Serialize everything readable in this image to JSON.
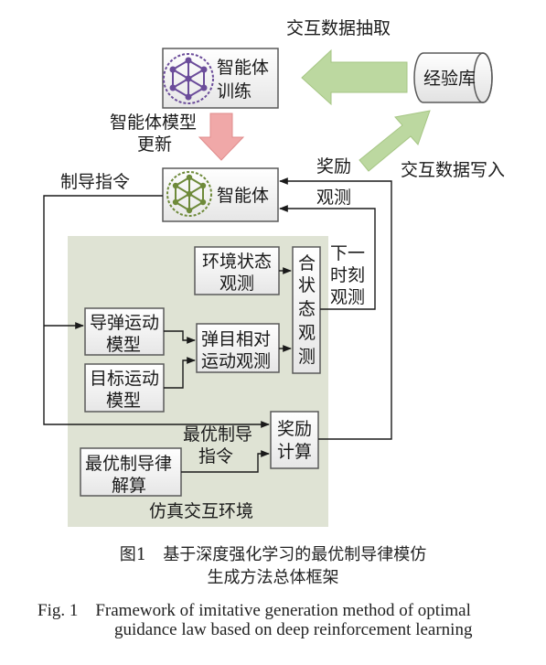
{
  "diagram": {
    "labels": {
      "interaction_data_extract": "交互数据抽取",
      "experience_pool": "经验库",
      "agent_training": [
        "智能体",
        "训练"
      ],
      "agent_model_update": [
        "智能体模型",
        "更新"
      ],
      "interaction_data_write": "交互数据写入",
      "reward": "奖励",
      "observation": "观测",
      "guidance_command": "制导指令",
      "agent": "智能体",
      "env_state_obs": [
        "环境状态",
        "观测"
      ],
      "merge_state_obs": [
        "合",
        "状",
        "态",
        "观",
        "测"
      ],
      "next_time_obs": [
        "下一",
        "时刻",
        "观测"
      ],
      "missile_motion_model": [
        "导弹运动",
        "模型"
      ],
      "relative_motion_obs": [
        "弹目相对",
        "运动观测"
      ],
      "target_motion_model": [
        "目标运动",
        "模型"
      ],
      "optimal_guidance_command": [
        "最优制导",
        "指令"
      ],
      "reward_calc": [
        "奖励",
        "计算"
      ],
      "optimal_law_solve": [
        "最优制导律",
        "解算"
      ],
      "sim_env": "仿真交互环境"
    },
    "colors": {
      "env_bg": "#dfe3d4",
      "box_fill": "#f4f4f4",
      "box_stroke": "#5a5a5a",
      "green_arrow": "#bcd8a0",
      "red_arrow": "#f0a8a8",
      "icon_purple": "#6b4c9a",
      "icon_green": "#6e8a3a"
    }
  },
  "caption": {
    "zh_line1": "图1　基于深度强化学习的最优制导律模仿",
    "zh_line2": "生成方法总体框架",
    "en_line1": "Fig. 1　Framework of imitative generation method of optimal",
    "en_line2": "guidance law based on deep reinforcement learning"
  }
}
